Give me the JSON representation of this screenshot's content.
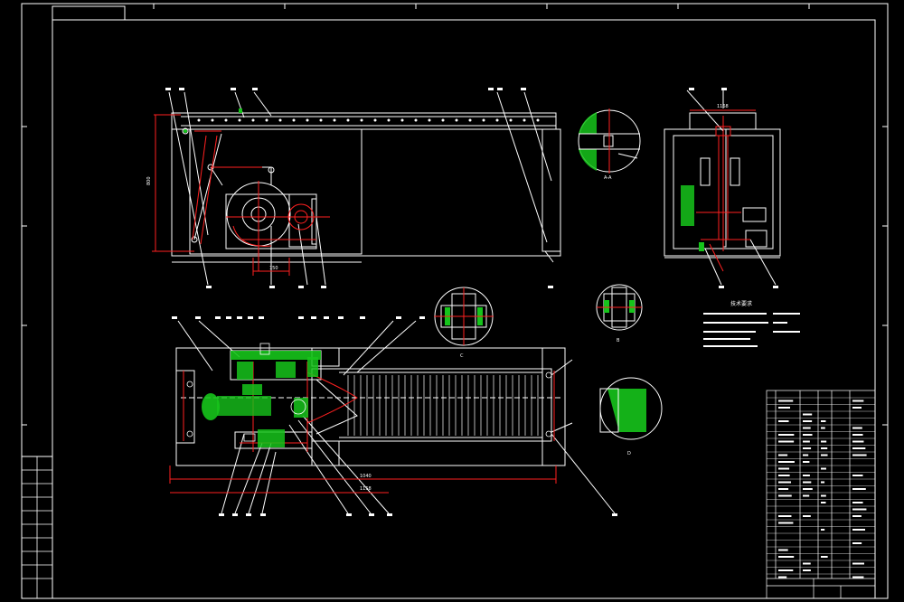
{
  "drawing": {
    "title_block_text": [],
    "dimensions": {
      "front_height": "800",
      "front_offset": "150",
      "top_view_width": "1168",
      "plan_length_1": "1040",
      "plan_length_2": "1158"
    },
    "section_labels": {
      "section_a": "A-A",
      "section_b": "B",
      "section_c": "C",
      "section_d": "D"
    },
    "tech_requirements_title": "技术要求",
    "colors": {
      "background": "#000000",
      "line": "#ffffff",
      "red": "#ff2020",
      "green": "#16c41b",
      "yellow": "#ffff00"
    }
  }
}
